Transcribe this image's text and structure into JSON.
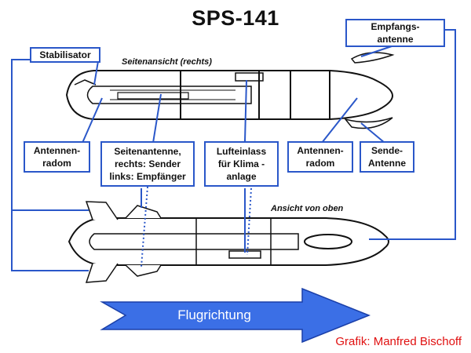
{
  "title": "SPS-141",
  "views": {
    "side": "Seitenansicht (rechts)",
    "top": "Ansicht von oben"
  },
  "labels": {
    "stabilisator": "Stabilisator",
    "empfangsantenne": "Empfangs-\nantenne",
    "antennenradom_left": "Antennen-\nradom",
    "seitenantenne": "Seitenantenne,\nrechts: Sender\nlinks: Empfänger",
    "lufteinlass": "Lufteinlass\nfür Klima -\nanlage",
    "antennenradom_right": "Antennen-\nradom",
    "sendeantenne": "Sende-\nAntenne"
  },
  "arrow_label": "Flugrichtung",
  "credit": "Grafik: Manfred Bischoff",
  "colors": {
    "accent": "#2a57c9",
    "arrow_fill": "#3b6fe6",
    "credit": "#e01010"
  }
}
